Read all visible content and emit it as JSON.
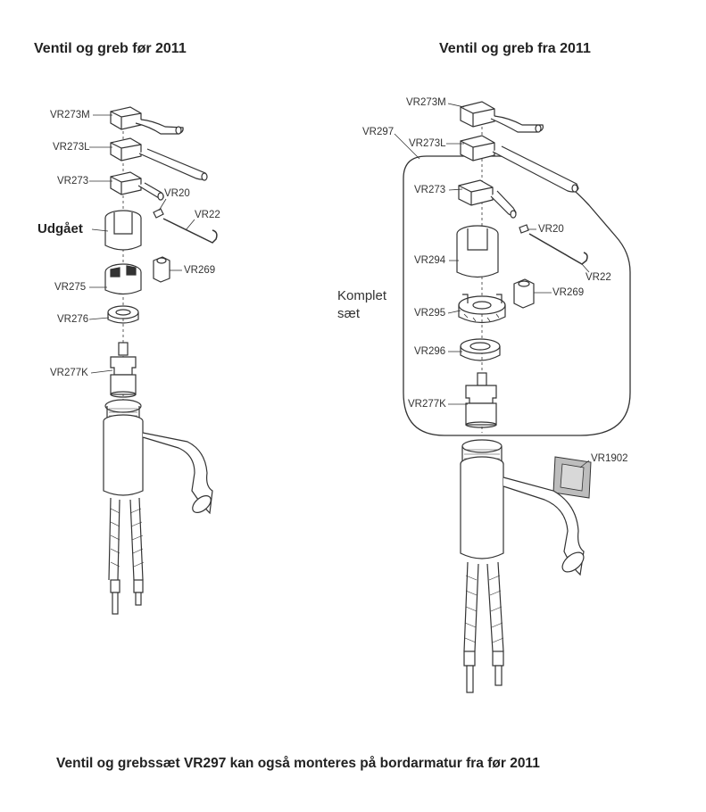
{
  "headings": {
    "left": "Ventil og greb før 2011",
    "right": "Ventil og greb fra 2011"
  },
  "left_parts": {
    "vr273m": "VR273M",
    "vr273l": "VR273L",
    "vr273": "VR273",
    "vr20": "VR20",
    "vr22": "VR22",
    "udgaet": "Udgået",
    "vr275": "VR275",
    "vr269": "VR269",
    "vr276": "VR276",
    "vr277k": "VR277K"
  },
  "right_parts": {
    "vr273m": "VR273M",
    "vr297": "VR297",
    "vr273l": "VR273L",
    "vr273": "VR273",
    "vr20": "VR20",
    "vr294": "VR294",
    "vr22": "VR22",
    "komplet_line1": "Komplet",
    "komplet_line2": "sæt",
    "vr295": "VR295",
    "vr269": "VR269",
    "vr296": "VR296",
    "vr277k": "VR277K",
    "vr1902": "VR1902"
  },
  "footer": "Ventil og grebssæt VR297 kan også monteres på bordarmatur fra før 2011"
}
